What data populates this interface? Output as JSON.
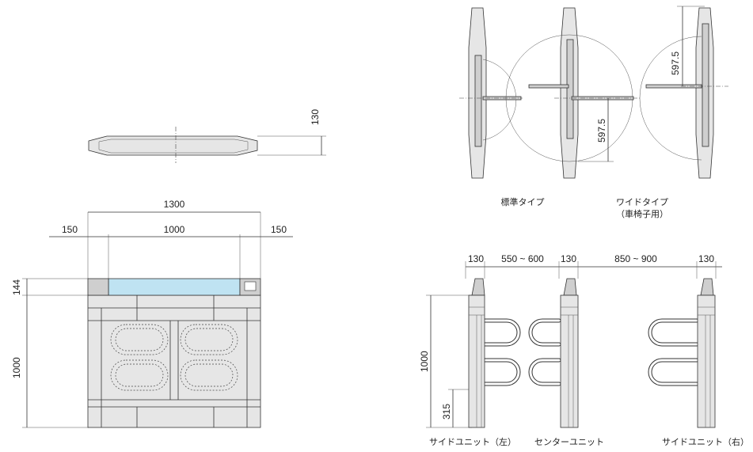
{
  "top_view": {
    "dim_thickness": "130"
  },
  "front_view": {
    "dim_total_width": "1300",
    "dim_left_unit": "150",
    "dim_opening": "1000",
    "dim_right_unit": "150",
    "dim_top_height": "144",
    "dim_body_height": "1000"
  },
  "plan_views": {
    "dim_arm_standard": "597.5",
    "dim_arm_wide": "597.5",
    "label_standard": "標準タイプ",
    "label_wide": "ワイドタイプ",
    "label_wide_sub": "（車椅子用）"
  },
  "side_view": {
    "dim_unit_1": "130",
    "dim_gap_1": "550 ~ 600",
    "dim_unit_2": "130",
    "dim_gap_2": "850 ~ 900",
    "dim_unit_3": "130",
    "dim_height": "1000",
    "dim_arm_height": "315",
    "label_left": "サイドユニット（左）",
    "label_center": "センターユニット",
    "label_right": "サイドユニット（右）"
  },
  "colors": {
    "glass": "#bfe3f2",
    "body": "#e6e6e6",
    "line": "#333333"
  }
}
